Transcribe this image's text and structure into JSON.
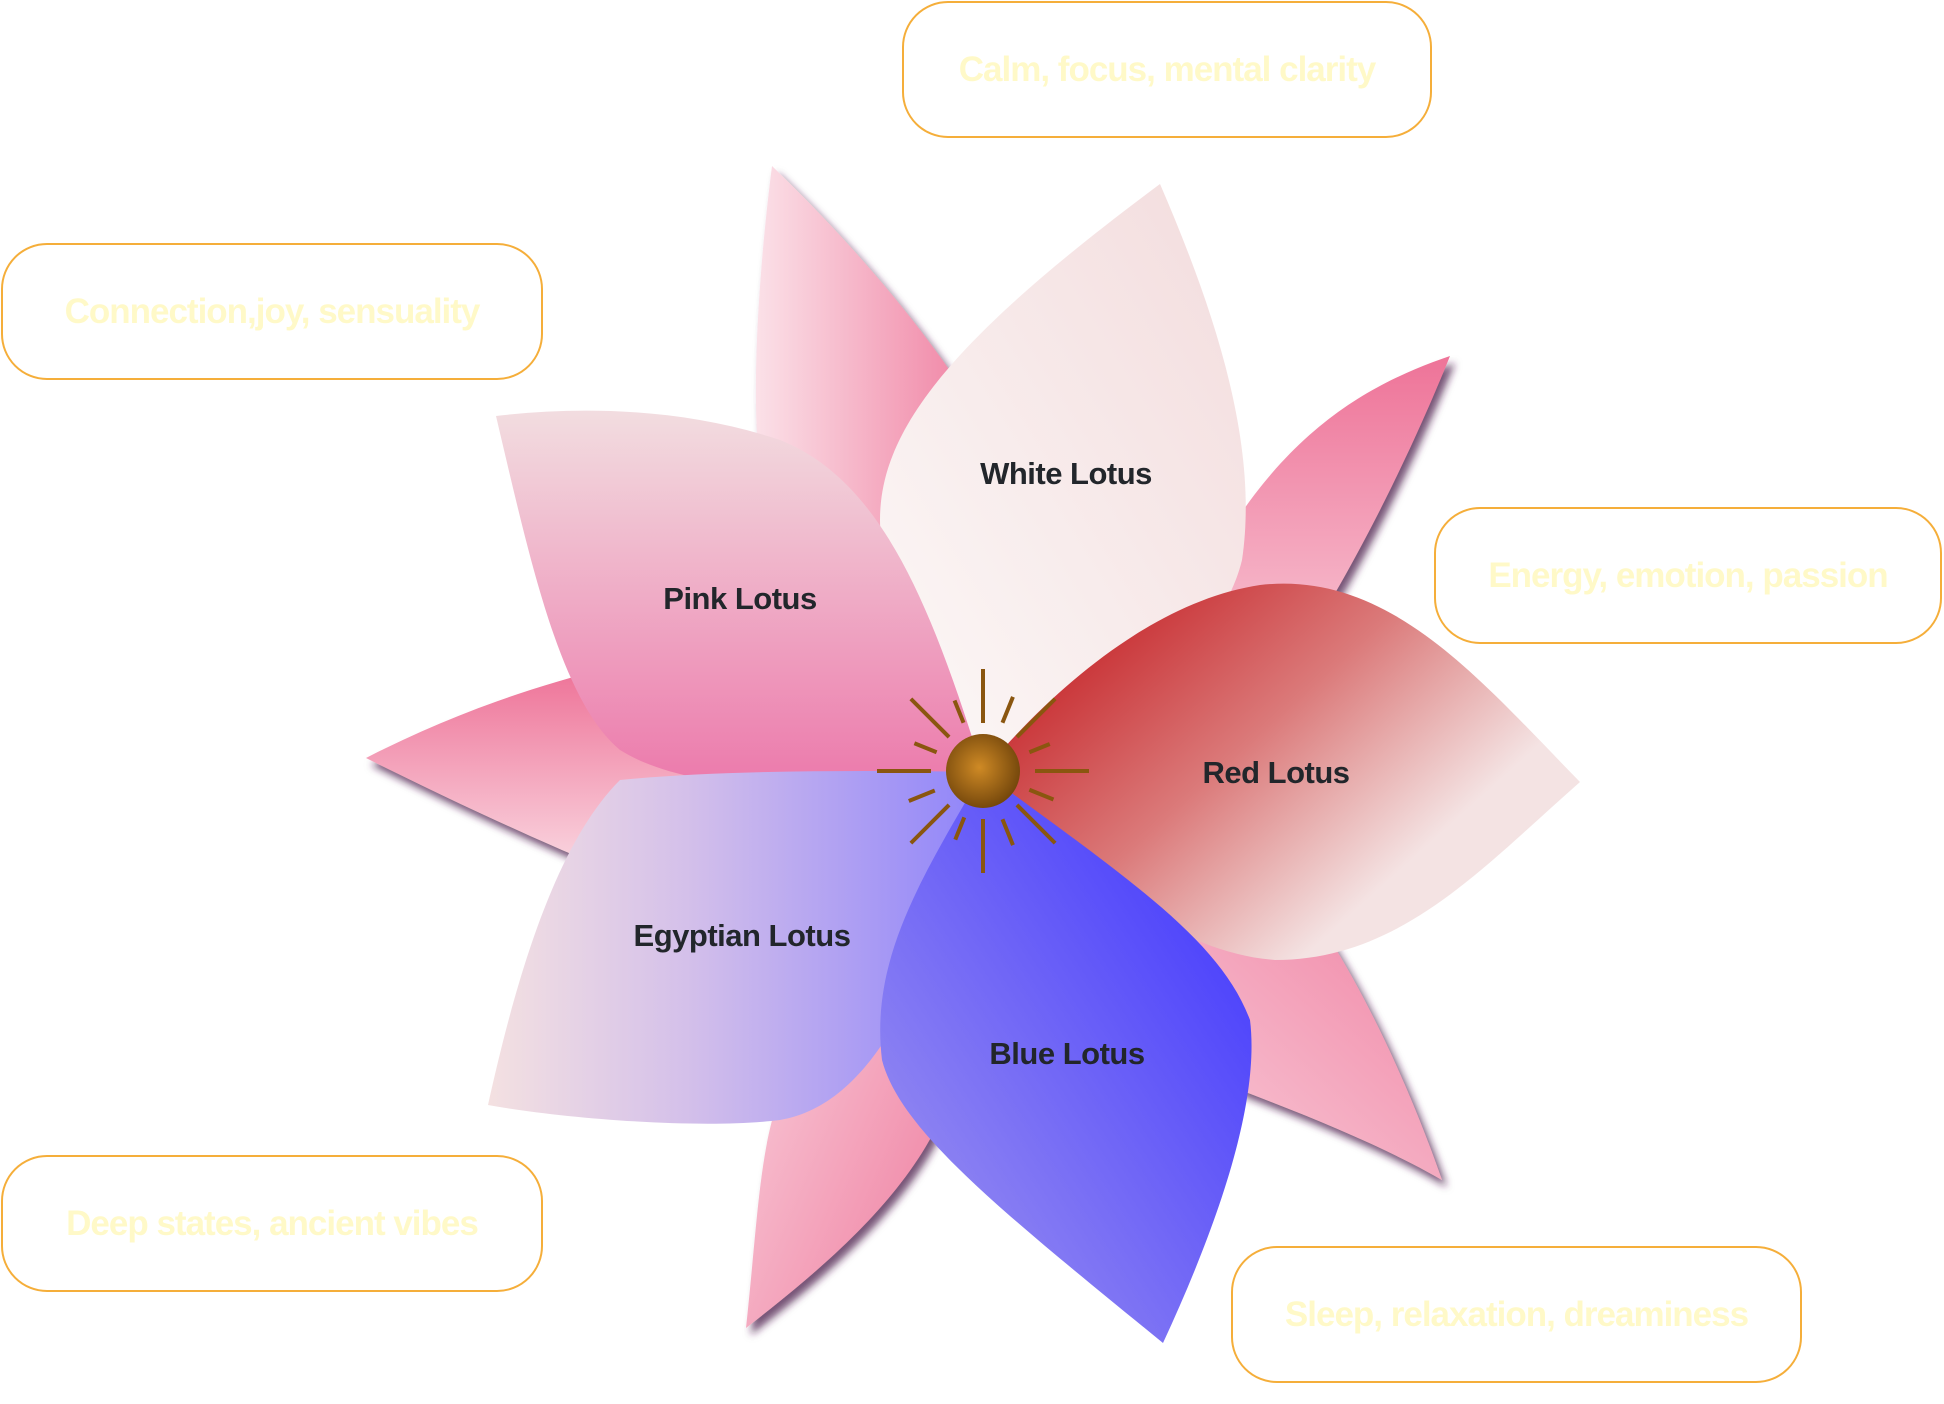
{
  "diagram": {
    "type": "lotus-flower-diagram",
    "center_icon": "sun-seed-pod-icon",
    "petals": [
      {
        "id": "white",
        "label": "White Lotus",
        "effect": "Calm, focus, mental clarity",
        "gradient": [
          "#fbf6f5",
          "#f3dcdd"
        ]
      },
      {
        "id": "pink",
        "label": "Pink Lotus",
        "effect": "Connection,joy, sensuality",
        "gradient": [
          "#f2dde0",
          "#ec79ab"
        ]
      },
      {
        "id": "red",
        "label": "Red Lotus",
        "effect": "Energy, emotion, passion",
        "gradient": [
          "#c01015",
          "#f4e3e3"
        ]
      },
      {
        "id": "egyptian",
        "label": "Egyptian Lotus",
        "effect": "Deep states, ancient vibes",
        "gradient": [
          "#f4e1e1",
          "#8f84fa"
        ]
      },
      {
        "id": "blue",
        "label": "Blue Lotus",
        "effect": "Sleep, relaxation, dreaminess",
        "gradient": [
          "#4236ff",
          "#9a90ef"
        ]
      }
    ],
    "colors": {
      "label_text": "#22262b",
      "callout_border": "#f5ae3a",
      "callout_text": "#fff9c8",
      "back_petal_dark": "#ee7398",
      "back_petal_light": "#fbe1e8",
      "center_dark": "#7a4a0b",
      "center_light": "#cf8a25",
      "ray_color": "#8a560f"
    }
  }
}
